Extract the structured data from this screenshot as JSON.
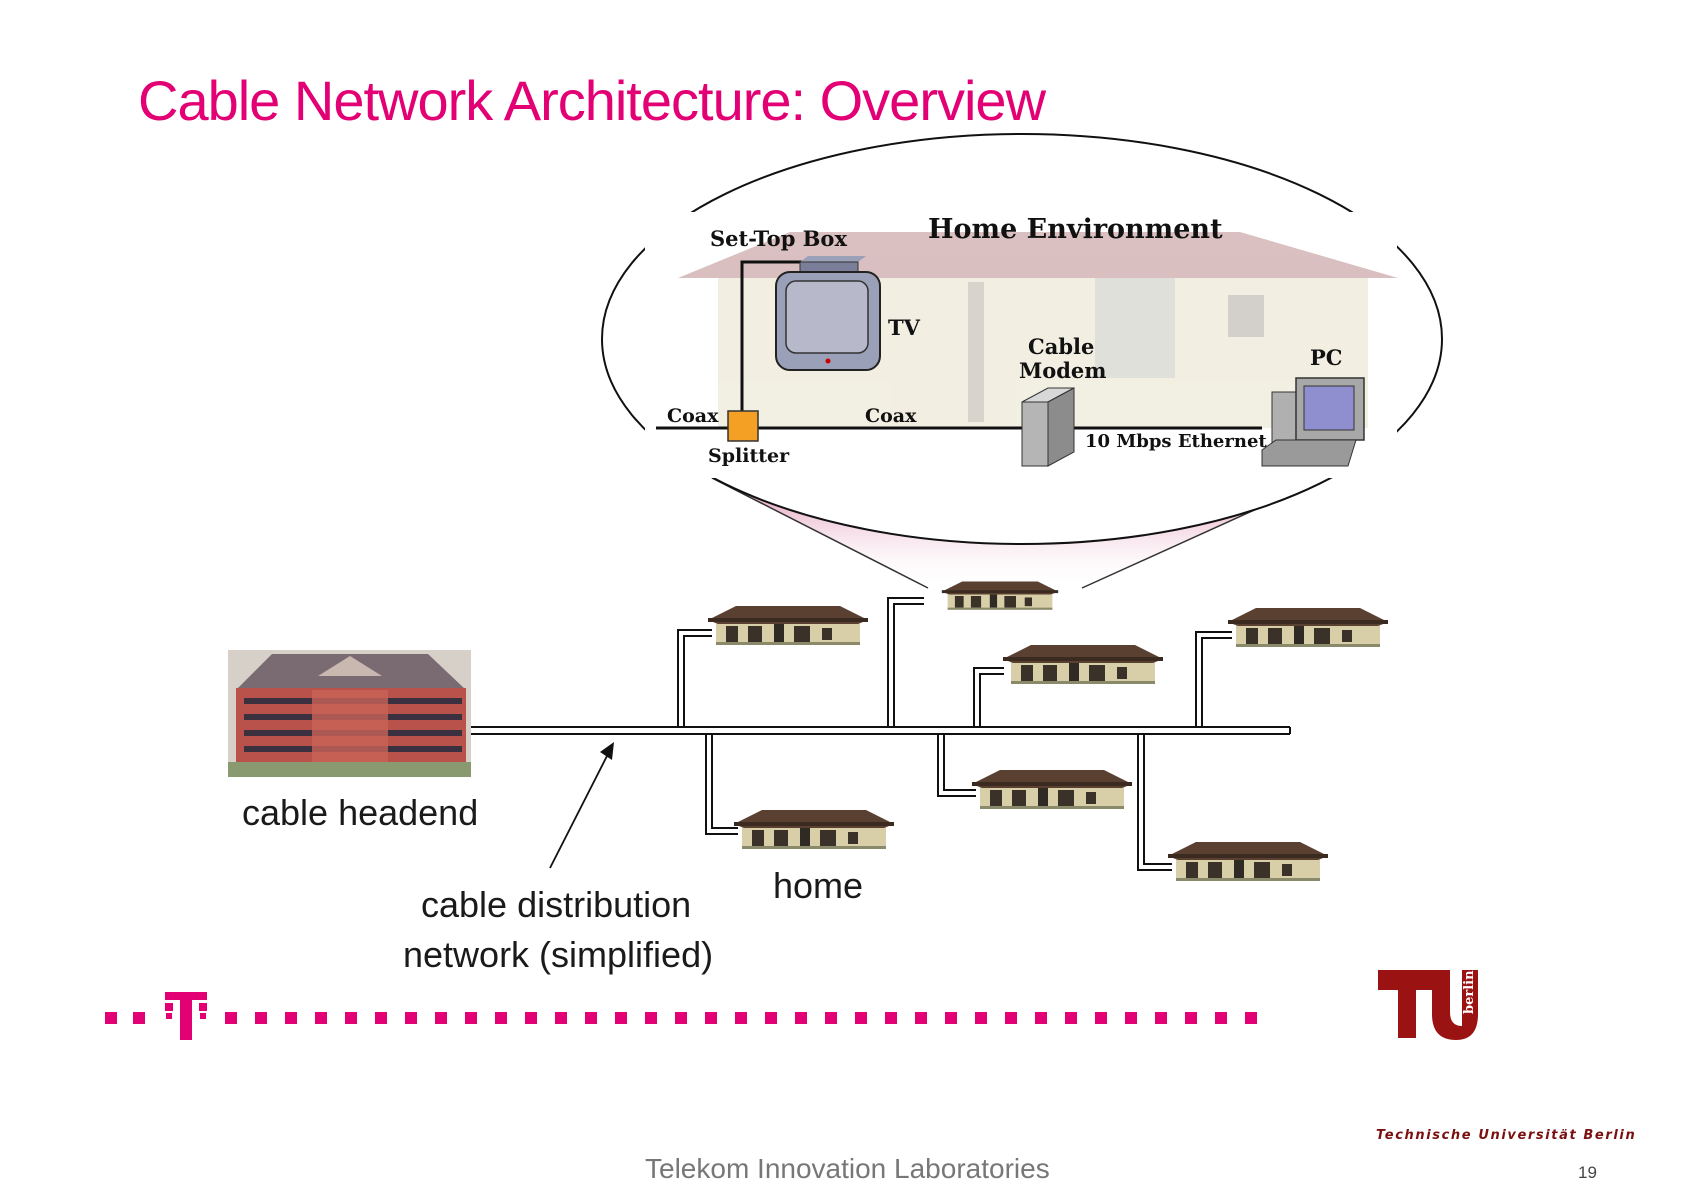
{
  "slide": {
    "title": "Cable Network Architecture: Overview",
    "footer": "Telekom Innovation Laboratories",
    "page_number": "19"
  },
  "home_environment": {
    "heading": "Home Environment",
    "set_top_box": "Set-Top Box",
    "tv": "TV",
    "cable_modem_line1": "Cable",
    "cable_modem_line2": "Modem",
    "pc": "PC",
    "coax_left": "Coax",
    "coax_right": "Coax",
    "splitter": "Splitter",
    "ethernet": "10 Mbps Ethernet"
  },
  "network": {
    "headend_label": "cable headend",
    "home_label": "home",
    "distribution_label_line1": "cable distribution",
    "distribution_label_line2": "network (simplified)"
  },
  "branding": {
    "telekom_logo_letter": "T",
    "tu_logo_text": "TU berlin",
    "tu_subtitle": "Technische Universität Berlin"
  },
  "colors": {
    "accent_magenta": "#e20074",
    "tu_red": "#9a1212"
  }
}
